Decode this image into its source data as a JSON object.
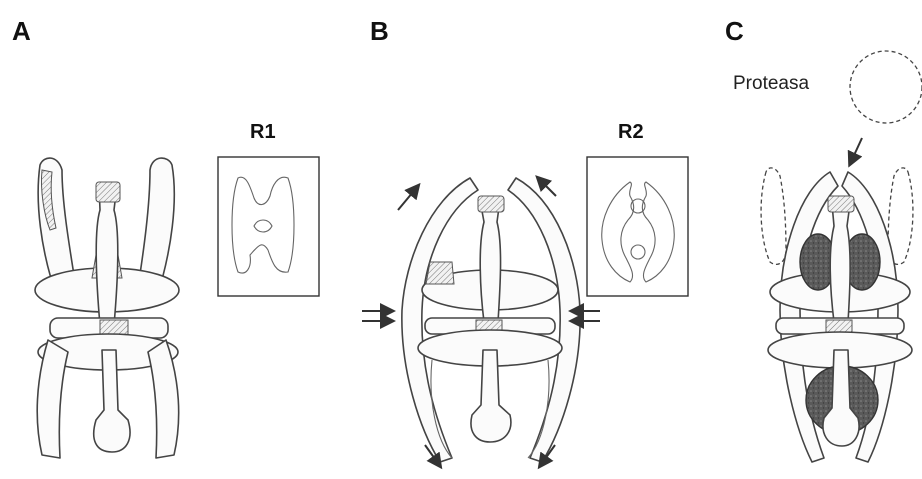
{
  "panels": [
    {
      "id": "A",
      "label": "A",
      "inset_label": "R1"
    },
    {
      "id": "B",
      "label": "B",
      "inset_label": "R2"
    },
    {
      "id": "C",
      "label": "C",
      "annotation": "Proteasa"
    }
  ]
}
